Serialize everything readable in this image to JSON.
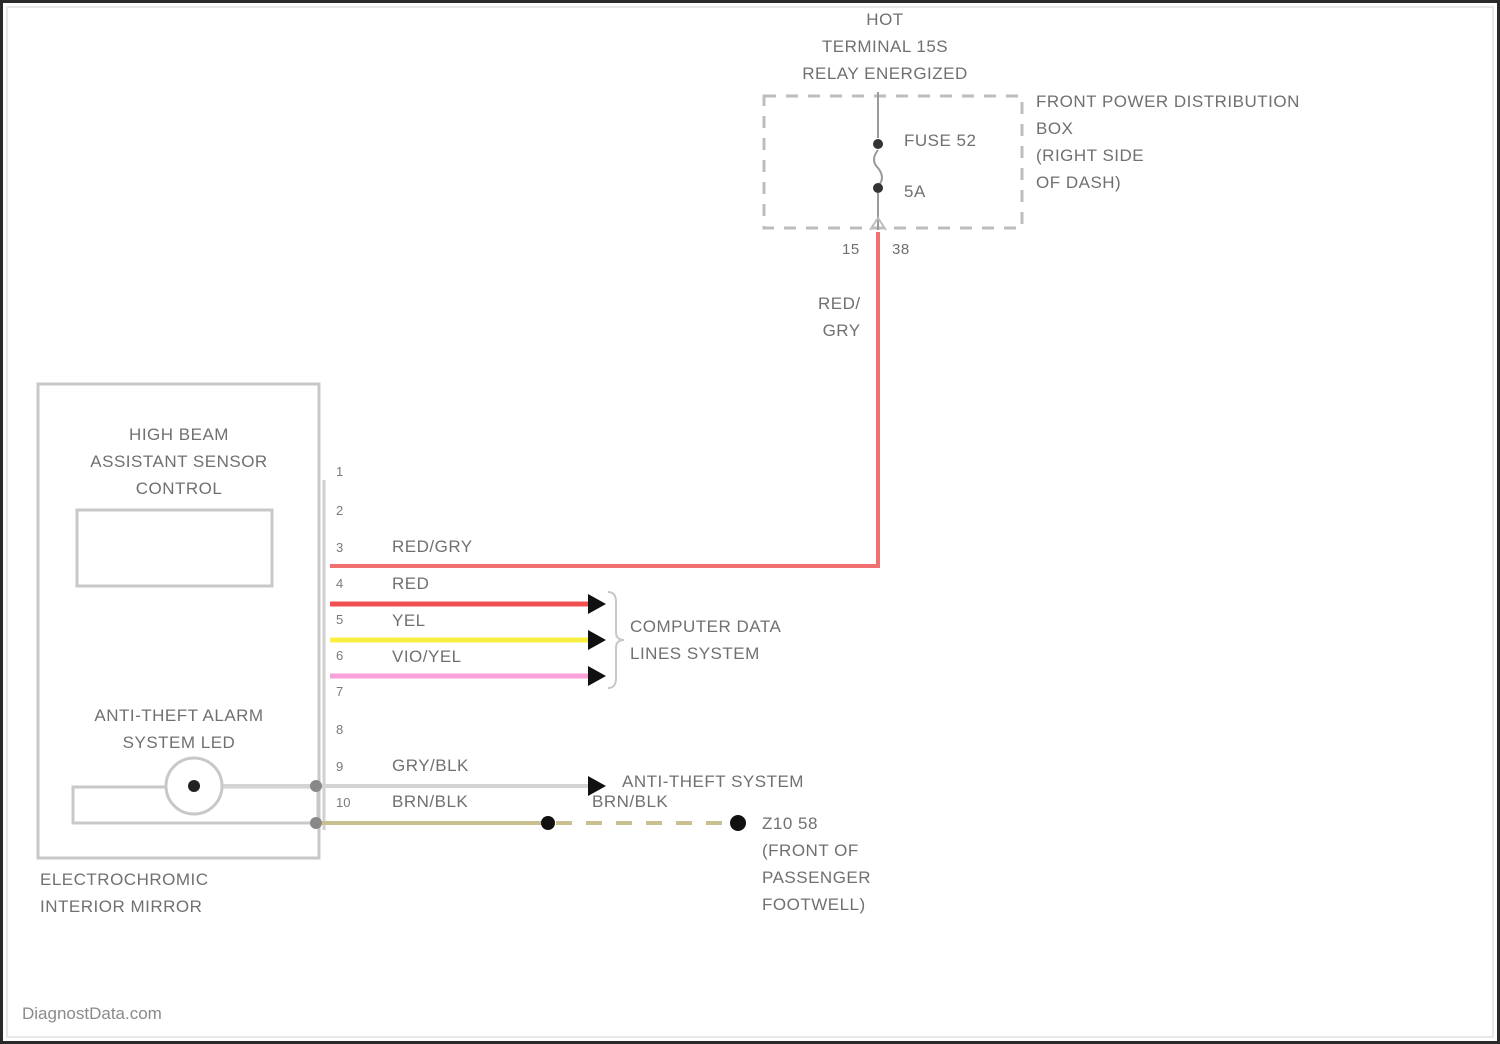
{
  "power_source": {
    "hot_label": [
      "HOT",
      "TERMINAL 15S",
      "RELAY ENERGIZED"
    ],
    "distribution_box": [
      "FRONT POWER DISTRIBUTION",
      "BOX",
      "(RIGHT SIDE",
      "OF DASH)"
    ],
    "fuse_name": "FUSE 52",
    "fuse_rating": "5A",
    "connector_pins": [
      "15",
      "38"
    ],
    "wire_color": [
      "RED/",
      "GRY"
    ]
  },
  "component": {
    "module_title": [
      "HIGH BEAM",
      "ASSISTANT SENSOR",
      "CONTROL"
    ],
    "led_title": [
      "ANTI-THEFT ALARM",
      "SYSTEM LED"
    ],
    "name": [
      "ELECTROCHROMIC",
      "INTERIOR MIRROR"
    ]
  },
  "pins": [
    {
      "num": "1",
      "wire": ""
    },
    {
      "num": "2",
      "wire": ""
    },
    {
      "num": "3",
      "wire": "RED/GRY",
      "color": "#f07070"
    },
    {
      "num": "4",
      "wire": "RED",
      "color": "#f05050"
    },
    {
      "num": "5",
      "wire": "YEL",
      "color": "#f8f040"
    },
    {
      "num": "6",
      "wire": "VIO/YEL",
      "color": "#f8a0d8"
    },
    {
      "num": "7",
      "wire": ""
    },
    {
      "num": "8",
      "wire": ""
    },
    {
      "num": "9",
      "wire": "GRY/BLK",
      "color": "#c8c8c8"
    },
    {
      "num": "10",
      "wire": "BRN/BLK",
      "color": "#b8b080"
    }
  ],
  "destinations": {
    "computer_data": [
      "COMPUTER DATA",
      "LINES SYSTEM"
    ],
    "anti_theft": "ANTI-THEFT SYSTEM",
    "ground_wire": "BRN/BLK",
    "ground": [
      "Z10 58",
      "(FRONT OF",
      "PASSENGER",
      "FOOTWELL)"
    ]
  },
  "watermark": "DiagnostData.com"
}
